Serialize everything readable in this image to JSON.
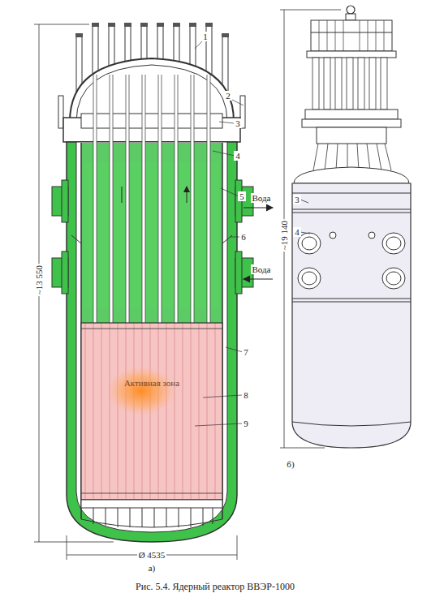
{
  "diagram": {
    "caption": "Рис. 5.4. Ядерный реактор ВВЭР-1000",
    "nodes": [
      {
        "text": [
          "Активная зона"
        ]
      }
    ],
    "labels": [
      "1",
      "2",
      "3",
      "4",
      "5",
      "6",
      "7",
      "8",
      "9",
      "Вода",
      "Вода",
      "~13 550",
      "Ø 4535",
      "а)",
      "3",
      "4",
      "~19 140",
      "б)"
    ]
  }
}
